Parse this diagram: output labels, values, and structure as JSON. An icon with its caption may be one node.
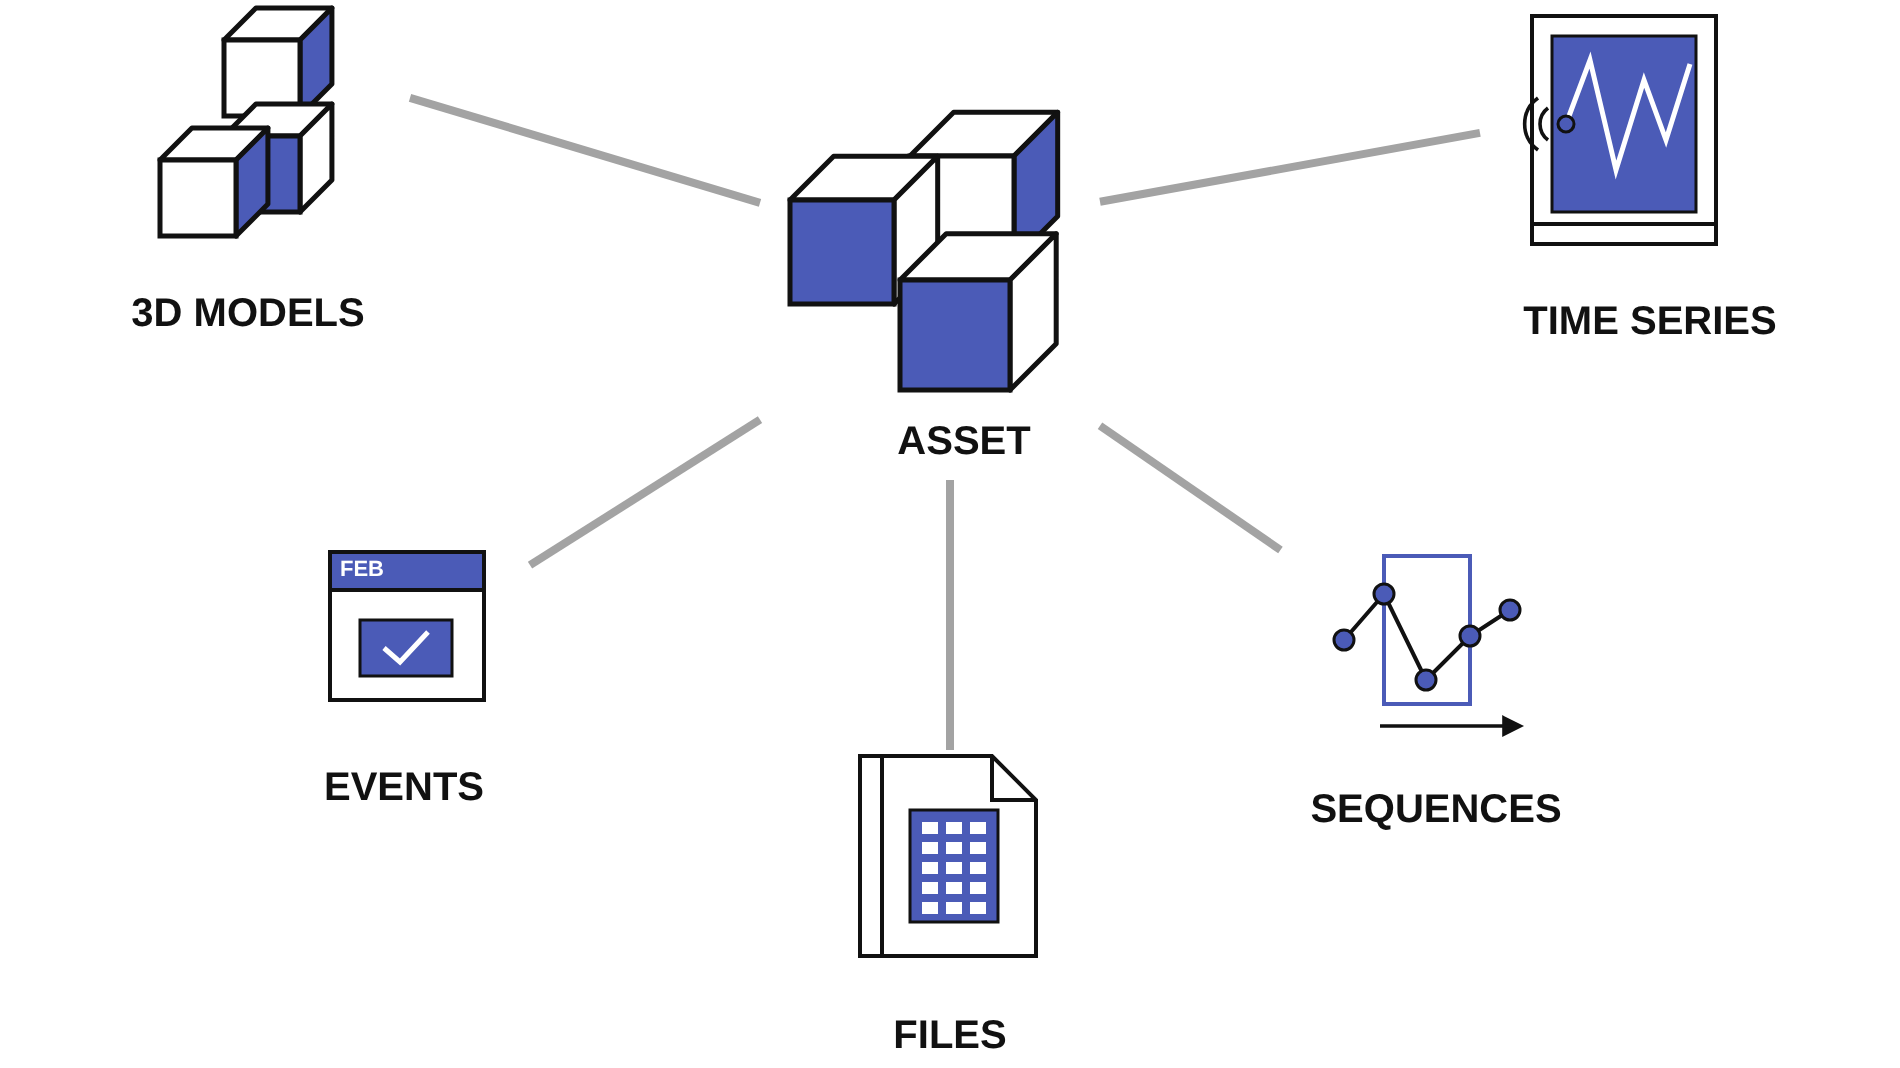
{
  "diagram": {
    "nodes": [
      {
        "text": [
          "ASSET"
        ]
      },
      {
        "text": [
          "3D MODELS"
        ]
      },
      {
        "text": [
          "TIME SERIES"
        ]
      },
      {
        "text": [
          "FEB",
          "EVENTS"
        ]
      },
      {
        "text": [
          "FILES"
        ]
      },
      {
        "text": [
          "SEQUENCES"
        ]
      }
    ],
    "edges": [
      {
        "from": 0,
        "to": 1,
        "arrow": "none"
      },
      {
        "from": 0,
        "to": 2,
        "arrow": "none"
      },
      {
        "from": 0,
        "to": 3,
        "arrow": "none"
      },
      {
        "from": 0,
        "to": 4,
        "arrow": "none"
      },
      {
        "from": 0,
        "to": 5,
        "arrow": "none"
      }
    ]
  }
}
